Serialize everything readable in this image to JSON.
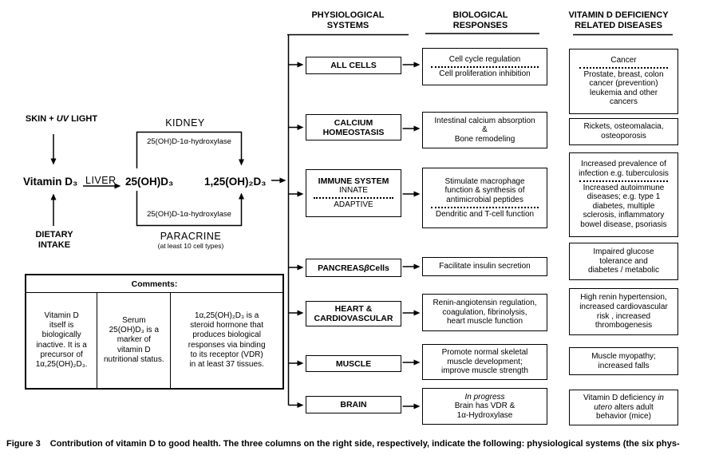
{
  "headers": {
    "physiological": "PHYSIOLOGICAL\nSYSTEMS",
    "biological": "BIOLOGICAL\nRESPONSES",
    "deficiency": "VITAMIN D DEFICIENCY\nRELATED DISEASES"
  },
  "pathway": {
    "skin_part1": "SKIN + ",
    "skin_uv": "UV",
    "skin_part2": " LIGHT",
    "vitamin_d3": "Vitamin D₃",
    "liver": "LIVER",
    "calcidiol": "25(OH)D₃",
    "kidney": "KIDNEY",
    "kidney_enzyme": "25(OH)D-1α-hydroxylase",
    "paracrine_enzyme": "25(OH)D-1α-hydroxylase",
    "calcitriol": "1,25(OH)₂D₃",
    "paracrine": "PARACRINE",
    "paracrine_note": "(at least 10 cell types)",
    "dietary": "DIETARY\nINTAKE"
  },
  "comments": {
    "title": "Comments:",
    "cell1": "Vitamin D\nitself is\nbiologically\ninactive. It is a\nprecursor of\n1α,25(OH)₂D₃.",
    "cell2": "Serum\n25(OH)D₃ is a\nmarker of\nvitamin D\nnutritional status.",
    "cell3": "1α,25(OH)₂D₃ is a\nsteroid hormone that\nproduces biological\nresponses via binding\nto its receptor (VDR)\nin at least 37 tissues."
  },
  "rows": [
    {
      "system": "ALL CELLS",
      "response_top": "Cell cycle regulation",
      "response_bottom": "Cell proliferation inhibition",
      "disease_top": "Cancer",
      "disease_bottom": "Prostate, breast, colon\ncancer (prevention)\nleukemia and other\ncancers"
    },
    {
      "system": "CALCIUM\nHOMEOSTASIS",
      "response": "Intestinal calcium absorption\n&\nBone remodeling",
      "disease": "Rickets, osteomalacia,\nosteoporosis"
    },
    {
      "system_title": "IMMUNE SYSTEM",
      "system_top": "INNATE",
      "system_bottom": "ADAPTIVE",
      "response_top": "Stimulate macrophage\nfunction & synthesis of\nantimicrobial peptides",
      "response_bottom": "Dendritic and T-cell function",
      "disease_top": "Increased prevalence of\ninfection e.g. tuberculosis",
      "disease_bottom": "Increased autoimmune\ndiseases; e.g. type 1\ndiabetes, multiple\nsclerosis, inflammatory\nbowel disease, psoriasis"
    },
    {
      "system_part1": "PANCREAS ",
      "system_beta": "β",
      "system_part2": " Cells",
      "response": "Facilitate insulin secretion",
      "disease": "Impaired glucose\ntolerance and\ndiabetes / metabolic"
    },
    {
      "system": "HEART &\nCARDIOVASCULAR",
      "response": "Renin-angiotensin regulation,\ncoagulation, fibrinolysis,\nheart muscle function",
      "disease": "High renin hypertension,\nincreased cardiovascular\nrisk , increased\nthrombogenesis"
    },
    {
      "system": "MUSCLE",
      "response": "Promote normal skeletal\nmuscle development;\nimprove muscle strength",
      "disease": "Muscle myopathy;\nincreased falls"
    },
    {
      "system": "BRAIN",
      "response_italic": "In progress",
      "response_rest": "Brain has VDR &\n1α-Hydroxylase",
      "disease_part1": "Vitamin D deficiency ",
      "disease_italic": "in\nutero",
      "disease_part2": " alters adult\nbehavior (mice)"
    }
  ],
  "caption": {
    "label": "Figure 3",
    "text": "Contribution of vitamin D to good health. The three columns on the right side, respectively, indicate the following: physiological systems (the six phys-"
  }
}
